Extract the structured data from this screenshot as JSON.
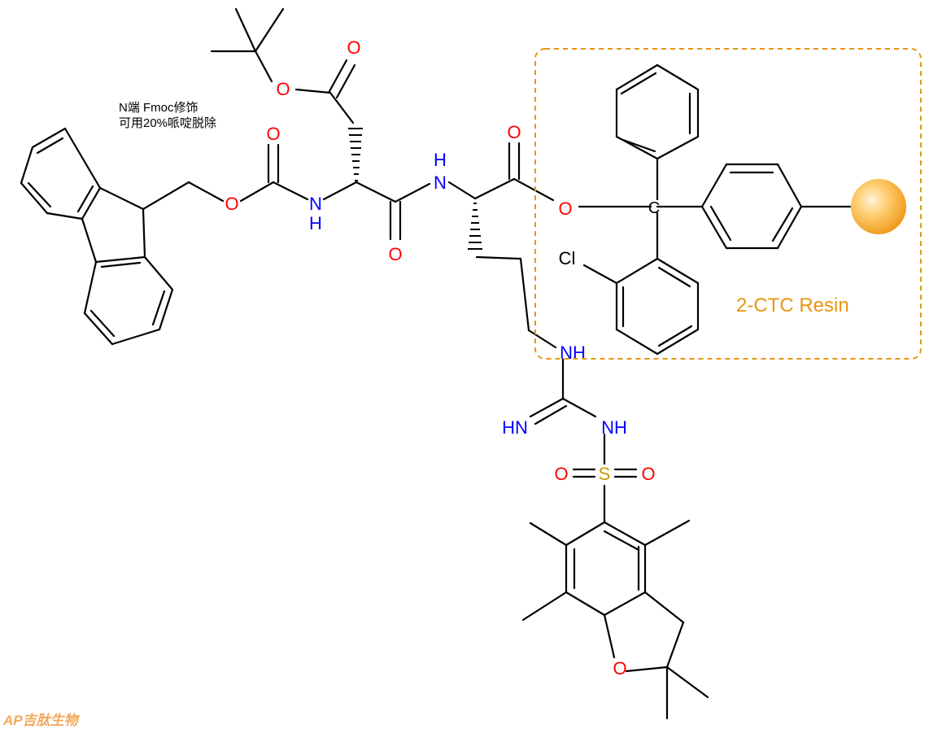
{
  "note": {
    "line1": "N端 Fmoc修饰",
    "line2": "可用20%哌啶脱除"
  },
  "resin": {
    "label": "2-CTC Resin"
  },
  "atoms": {
    "o_carbonyl_fmoc": "O",
    "o_ester_fmoc": "O",
    "nh_asp": "N",
    "h_asp": "H",
    "o_tbu_carbonyl": "O",
    "o_tbu_ester": "O",
    "o_amide": "O",
    "nh_arg": "N",
    "h_arg": "H",
    "o_arg_carbonyl": "O",
    "o_resin_ester": "O",
    "c_trityl": "C",
    "cl": "Cl",
    "nh_side": "NH",
    "imine": "HN",
    "nh_sulfonyl": "NH",
    "sulfur": "S",
    "o_sulfonyl_left": "O",
    "o_sulfonyl_right": "O",
    "o_furan": "O"
  },
  "watermark": {
    "text": "AP吉肽生物"
  },
  "colors": {
    "bond": "#000000",
    "oxygen": "#ff0000",
    "nitrogen": "#0000ff",
    "sulfur": "#cc9900",
    "resin": "#e8960f",
    "watermark": "#f3a85c"
  }
}
